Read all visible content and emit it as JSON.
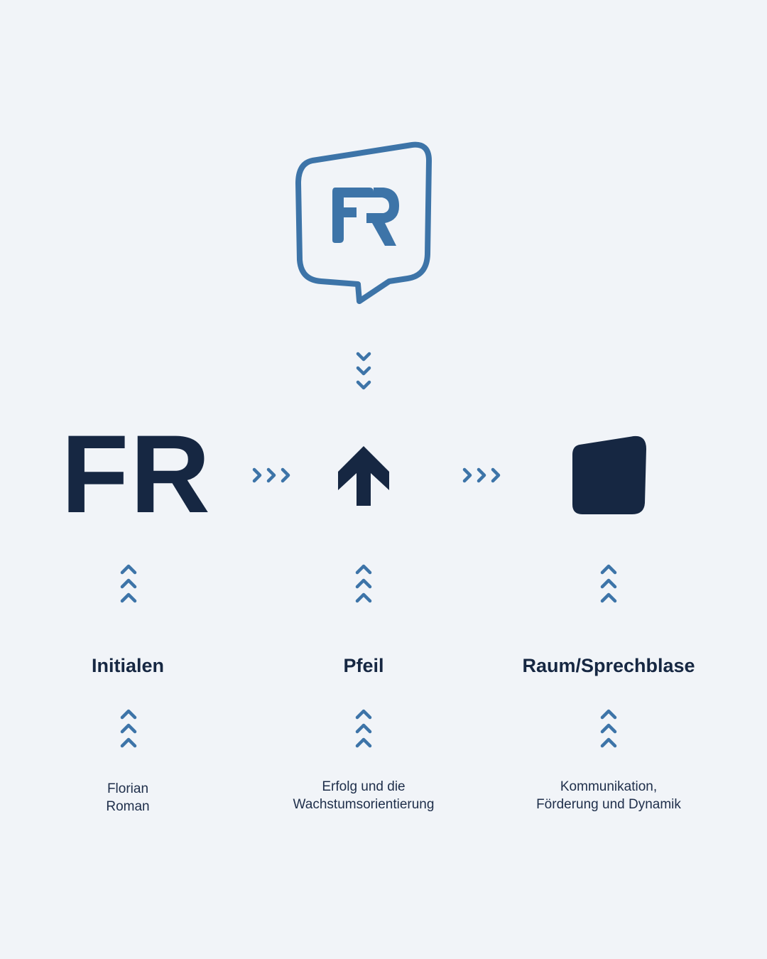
{
  "logo": {
    "icon": "fr-speech-bubble-logo",
    "letters": "FR",
    "color": "#3d74a8"
  },
  "colors": {
    "background": "#f1f4f8",
    "dark": "#162742",
    "accent": "#3d74a8"
  },
  "elements": {
    "initials_mark": "FR",
    "arrow_icon": "arrow-up-icon",
    "bubble_icon": "speech-bubble-shape-icon"
  },
  "columns": [
    {
      "heading": "Initialen",
      "description_lines": [
        "Florian",
        "Roman"
      ]
    },
    {
      "heading": "Pfeil",
      "description_lines": [
        "Erfolg und die",
        "Wachstumsorientierung"
      ]
    },
    {
      "heading": "Raum/Sprechblase",
      "description_lines": [
        "Kommunikation,",
        "Förderung und Dynamik"
      ]
    }
  ]
}
